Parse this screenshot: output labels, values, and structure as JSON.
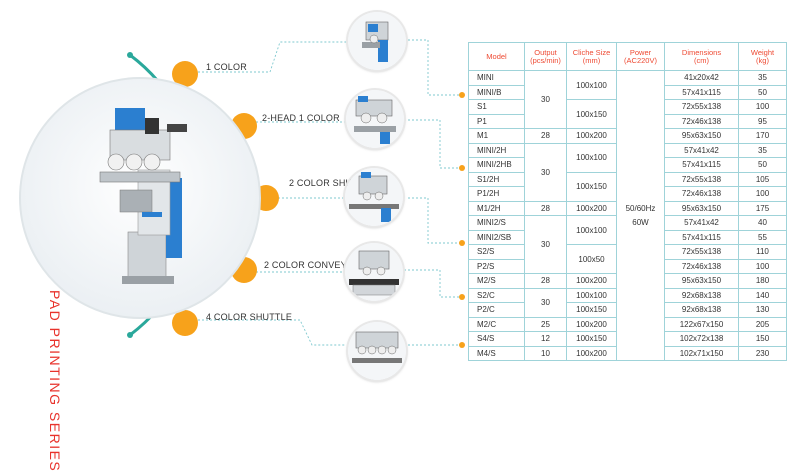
{
  "series_title": "PAD PRINTING SERIES",
  "colors": {
    "accent_orange": "#f7a21b",
    "teal": "#2aa89b",
    "red_text": "#e8332c",
    "table_border": "#9fd3d9",
    "connector": "#7fc9cf"
  },
  "categories": [
    {
      "label": "1 COLOR",
      "thumb_icon": "single-color-pad-printer-photo"
    },
    {
      "label": "2-HEAD 1 COLOR",
      "thumb_icon": "two-head-pad-printer-photo"
    },
    {
      "label": "2 COLOR SHUTTLE",
      "thumb_icon": "two-color-shuttle-printer-photo"
    },
    {
      "label": "2 COLOR CONVEYOR",
      "thumb_icon": "two-color-conveyor-printer-photo"
    },
    {
      "label": "4 COLOR SHUTTLE",
      "thumb_icon": "four-color-shuttle-printer-photo"
    }
  ],
  "table": {
    "headers": [
      "Model",
      "Output\n(pcs/min)",
      "Cliche Size\n(mm)",
      "Power\n(AC220V)",
      "Dimensions\n(cm)",
      "Weight\n(kg)"
    ],
    "power": "50/60Hz\n60W",
    "rows": [
      {
        "model": "MINI",
        "dim": "41x20x42",
        "weight": "35"
      },
      {
        "model": "MINI/B",
        "dim": "57x41x115",
        "weight": "50"
      },
      {
        "model": "S1",
        "dim": "72x55x138",
        "weight": "100"
      },
      {
        "model": "P1",
        "dim": "72x46x138",
        "weight": "95"
      },
      {
        "model": "M1",
        "dim": "95x63x150",
        "weight": "170"
      },
      {
        "model": "MINI/2H",
        "dim": "57x41x42",
        "weight": "35"
      },
      {
        "model": "MINI/2HB",
        "dim": "57x41x115",
        "weight": "50"
      },
      {
        "model": "S1/2H",
        "dim": "72x55x138",
        "weight": "105"
      },
      {
        "model": "P1/2H",
        "dim": "72x46x138",
        "weight": "100"
      },
      {
        "model": "M1/2H",
        "dim": "95x63x150",
        "weight": "175"
      },
      {
        "model": "MINI2/S",
        "dim": "57x41x42",
        "weight": "40"
      },
      {
        "model": "MINI2/SB",
        "dim": "57x41x115",
        "weight": "55"
      },
      {
        "model": "S2/S",
        "dim": "72x55x138",
        "weight": "110"
      },
      {
        "model": "P2/S",
        "dim": "72x46x138",
        "weight": "100"
      },
      {
        "model": "M2/S",
        "dim": "95x63x150",
        "weight": "180"
      },
      {
        "model": "S2/C",
        "dim": "92x68x138",
        "weight": "140"
      },
      {
        "model": "P2/C",
        "dim": "92x68x138",
        "weight": "130"
      },
      {
        "model": "M2/C",
        "dim": "122x67x150",
        "weight": "205"
      },
      {
        "model": "S4/S",
        "dim": "102x72x138",
        "weight": "150"
      },
      {
        "model": "M4/S",
        "dim": "102x71x150",
        "weight": "230"
      }
    ],
    "output_groups": [
      {
        "value": "30",
        "span": 4
      },
      {
        "value": "28",
        "span": 1
      },
      {
        "value": "30",
        "span": 4
      },
      {
        "value": "28",
        "span": 1
      },
      {
        "value": "30",
        "span": 4
      },
      {
        "value": "28",
        "span": 1
      },
      {
        "value": "30",
        "span": 2
      },
      {
        "value": "25",
        "span": 1
      },
      {
        "value": "12",
        "span": 1
      },
      {
        "value": "10",
        "span": 1
      }
    ],
    "cliche_groups": [
      {
        "value": "100x100",
        "span": 2
      },
      {
        "value": "100x150",
        "span": 2
      },
      {
        "value": "100x200",
        "span": 1
      },
      {
        "value": "100x100",
        "span": 2
      },
      {
        "value": "100x150",
        "span": 2
      },
      {
        "value": "100x200",
        "span": 1
      },
      {
        "value": "100x100",
        "span": 2
      },
      {
        "value": "100x50",
        "span": 2
      },
      {
        "value": "100x200",
        "span": 1
      },
      {
        "value": "100x100",
        "span": 1
      },
      {
        "value": "100x150",
        "span": 1
      },
      {
        "value": "100x200",
        "span": 1
      },
      {
        "value": "100x150",
        "span": 1
      },
      {
        "value": "100x200",
        "span": 1
      }
    ]
  }
}
